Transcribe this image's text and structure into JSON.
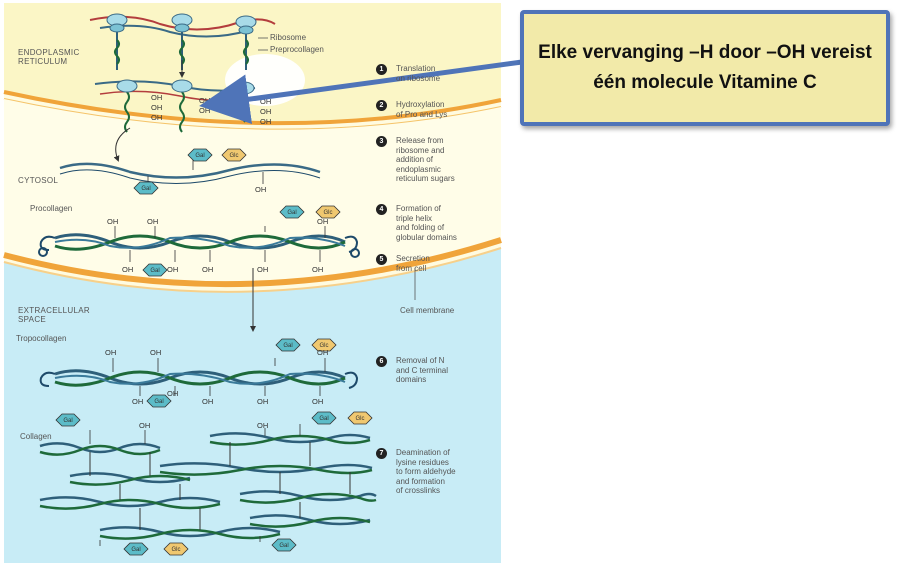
{
  "regions": {
    "er": "ENDOPLASMIC\nRETICULUM",
    "cytosol": "CYTOSOL",
    "extracellular": "EXTRACELLULAR\nSPACE"
  },
  "labels": {
    "ribosome": "Ribosome",
    "preprocollagen": "Preprocollagen",
    "procollagen": "Procollagen",
    "tropocollagen": "Tropocollagen",
    "collagen": "Collagen",
    "cell_membrane": "Cell membrane",
    "oh": "OH",
    "gal": "Gal",
    "glc": "Glc"
  },
  "steps": [
    {
      "number": "1",
      "text": "Translation\non ribosome"
    },
    {
      "number": "2",
      "text": "Hydroxylation\nof Pro and Lys"
    },
    {
      "number": "3",
      "text": "Release from\nribosome and\naddition of\nendoplasmic\nreticulum sugars"
    },
    {
      "number": "4",
      "text": "Formation of\ntriple helix\nand folding of\nglobular domains"
    },
    {
      "number": "5",
      "text": "Secretion\nfrom cell"
    },
    {
      "number": "6",
      "text": "Removal of N\nand C terminal\ndomains"
    },
    {
      "number": "7",
      "text": "Deamination of\nlysine residues\nto form aldehyde\nand formation\nof crosslinks"
    }
  ],
  "callout": {
    "text": "Elke vervanging –H door –OH vereist één molecule Vitamine C"
  },
  "colors": {
    "er_fill": "#fbf6c6",
    "membrane": "#f0a43a",
    "extracellular": "#c8ecf6",
    "gal": "#5cbcc8",
    "glc": "#f0c870",
    "callout_bg": "#f2eaa9",
    "callout_border": "#4f74b8"
  }
}
